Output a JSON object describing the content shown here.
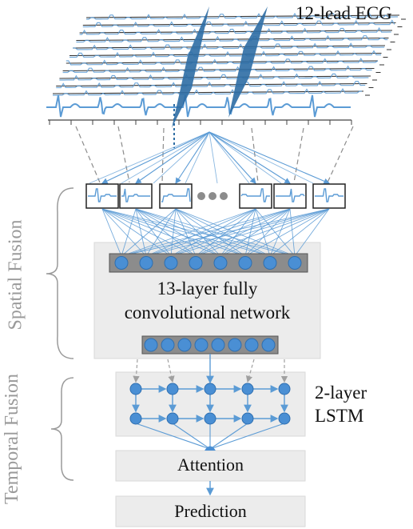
{
  "ecg_label": "12-lead ECG",
  "fcn_label_line1": "13-layer fully",
  "fcn_label_line2": "convolutional network",
  "lstm_label_line1": "2-layer",
  "lstm_label_line2": "LSTM",
  "attention_label": "Attention",
  "prediction_label": "Prediction",
  "spatial_fusion_label": "Spatial Fusion",
  "temporal_fusion_label": "Temporal Fusion",
  "colors": {
    "accent_blue": "#5b9bd5",
    "node_blue": "#4a8fd4",
    "plane_blue": "#2e6da4",
    "box_gray": "#ececec",
    "bar_gray": "#8c8c8c",
    "side_text": "#9a9a9a"
  }
}
